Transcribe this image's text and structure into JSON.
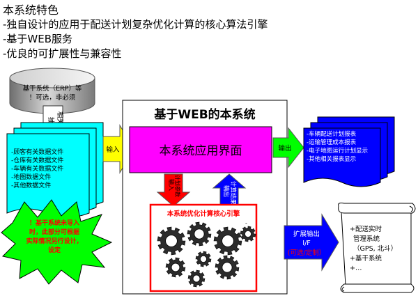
{
  "features": {
    "title": "本系统特色",
    "items": [
      "-独自设计的应用于配送计划复杂优化计算的核心算法引擎",
      "-基于WEB服务",
      "-优良的可扩展性与兼容性"
    ]
  },
  "erp": {
    "line1": "基干系统（ERP）等",
    "line2": "！可选，非必须"
  },
  "extract_label": {
    "line1": "相关数据",
    "line2": "抽取"
  },
  "data_files": {
    "items": [
      "-顾客有关数据文件",
      "-仓库有关数据文件",
      "-车辆有关数据文件",
      "-地图数据文件",
      "-其他数据文件"
    ]
  },
  "note_burst": {
    "line1": "！基干系统未导入",
    "line2": "时，此部分可根据",
    "line3": "实际情况另行设计，",
    "line4": "设定"
  },
  "input_label": "输入",
  "system_frame": {
    "title": "基于WEB的本系统"
  },
  "ui_box": {
    "label": "本系统应用界面"
  },
  "output_label": "输出",
  "reports": {
    "items": [
      "-车辆配送计划报表",
      "-运输管理成本报表",
      "-电子地图运行计划显示",
      "-其他相关报表显示"
    ]
  },
  "engine_input": {
    "line1": "输入",
    "line2": "计划参数"
  },
  "engine_output": {
    "line1": "计算结果",
    "line2": "输出"
  },
  "engine_box": {
    "title": "本系统优化计算核心引擎",
    "dash": "-"
  },
  "extension": {
    "line1": "扩展输出",
    "line2": "I/F",
    "line3": "(可选/定制）"
  },
  "scroll": {
    "items": [
      "+配送实时",
      "管理系统",
      "（GPS, 北斗）",
      "+基干系统",
      "+…"
    ]
  },
  "colors": {
    "ui_magenta": "#ff00ff",
    "engine_border": "#ff0000",
    "reports_blue": "#0000ff",
    "data_cyan": "#00ffff",
    "input_arrow_yellow": "#ffff00",
    "output_arrow_green": "#00ff00",
    "extension_blue": "#0000ff",
    "burst_green": "#00ff00",
    "red_text": "#ff0000"
  }
}
